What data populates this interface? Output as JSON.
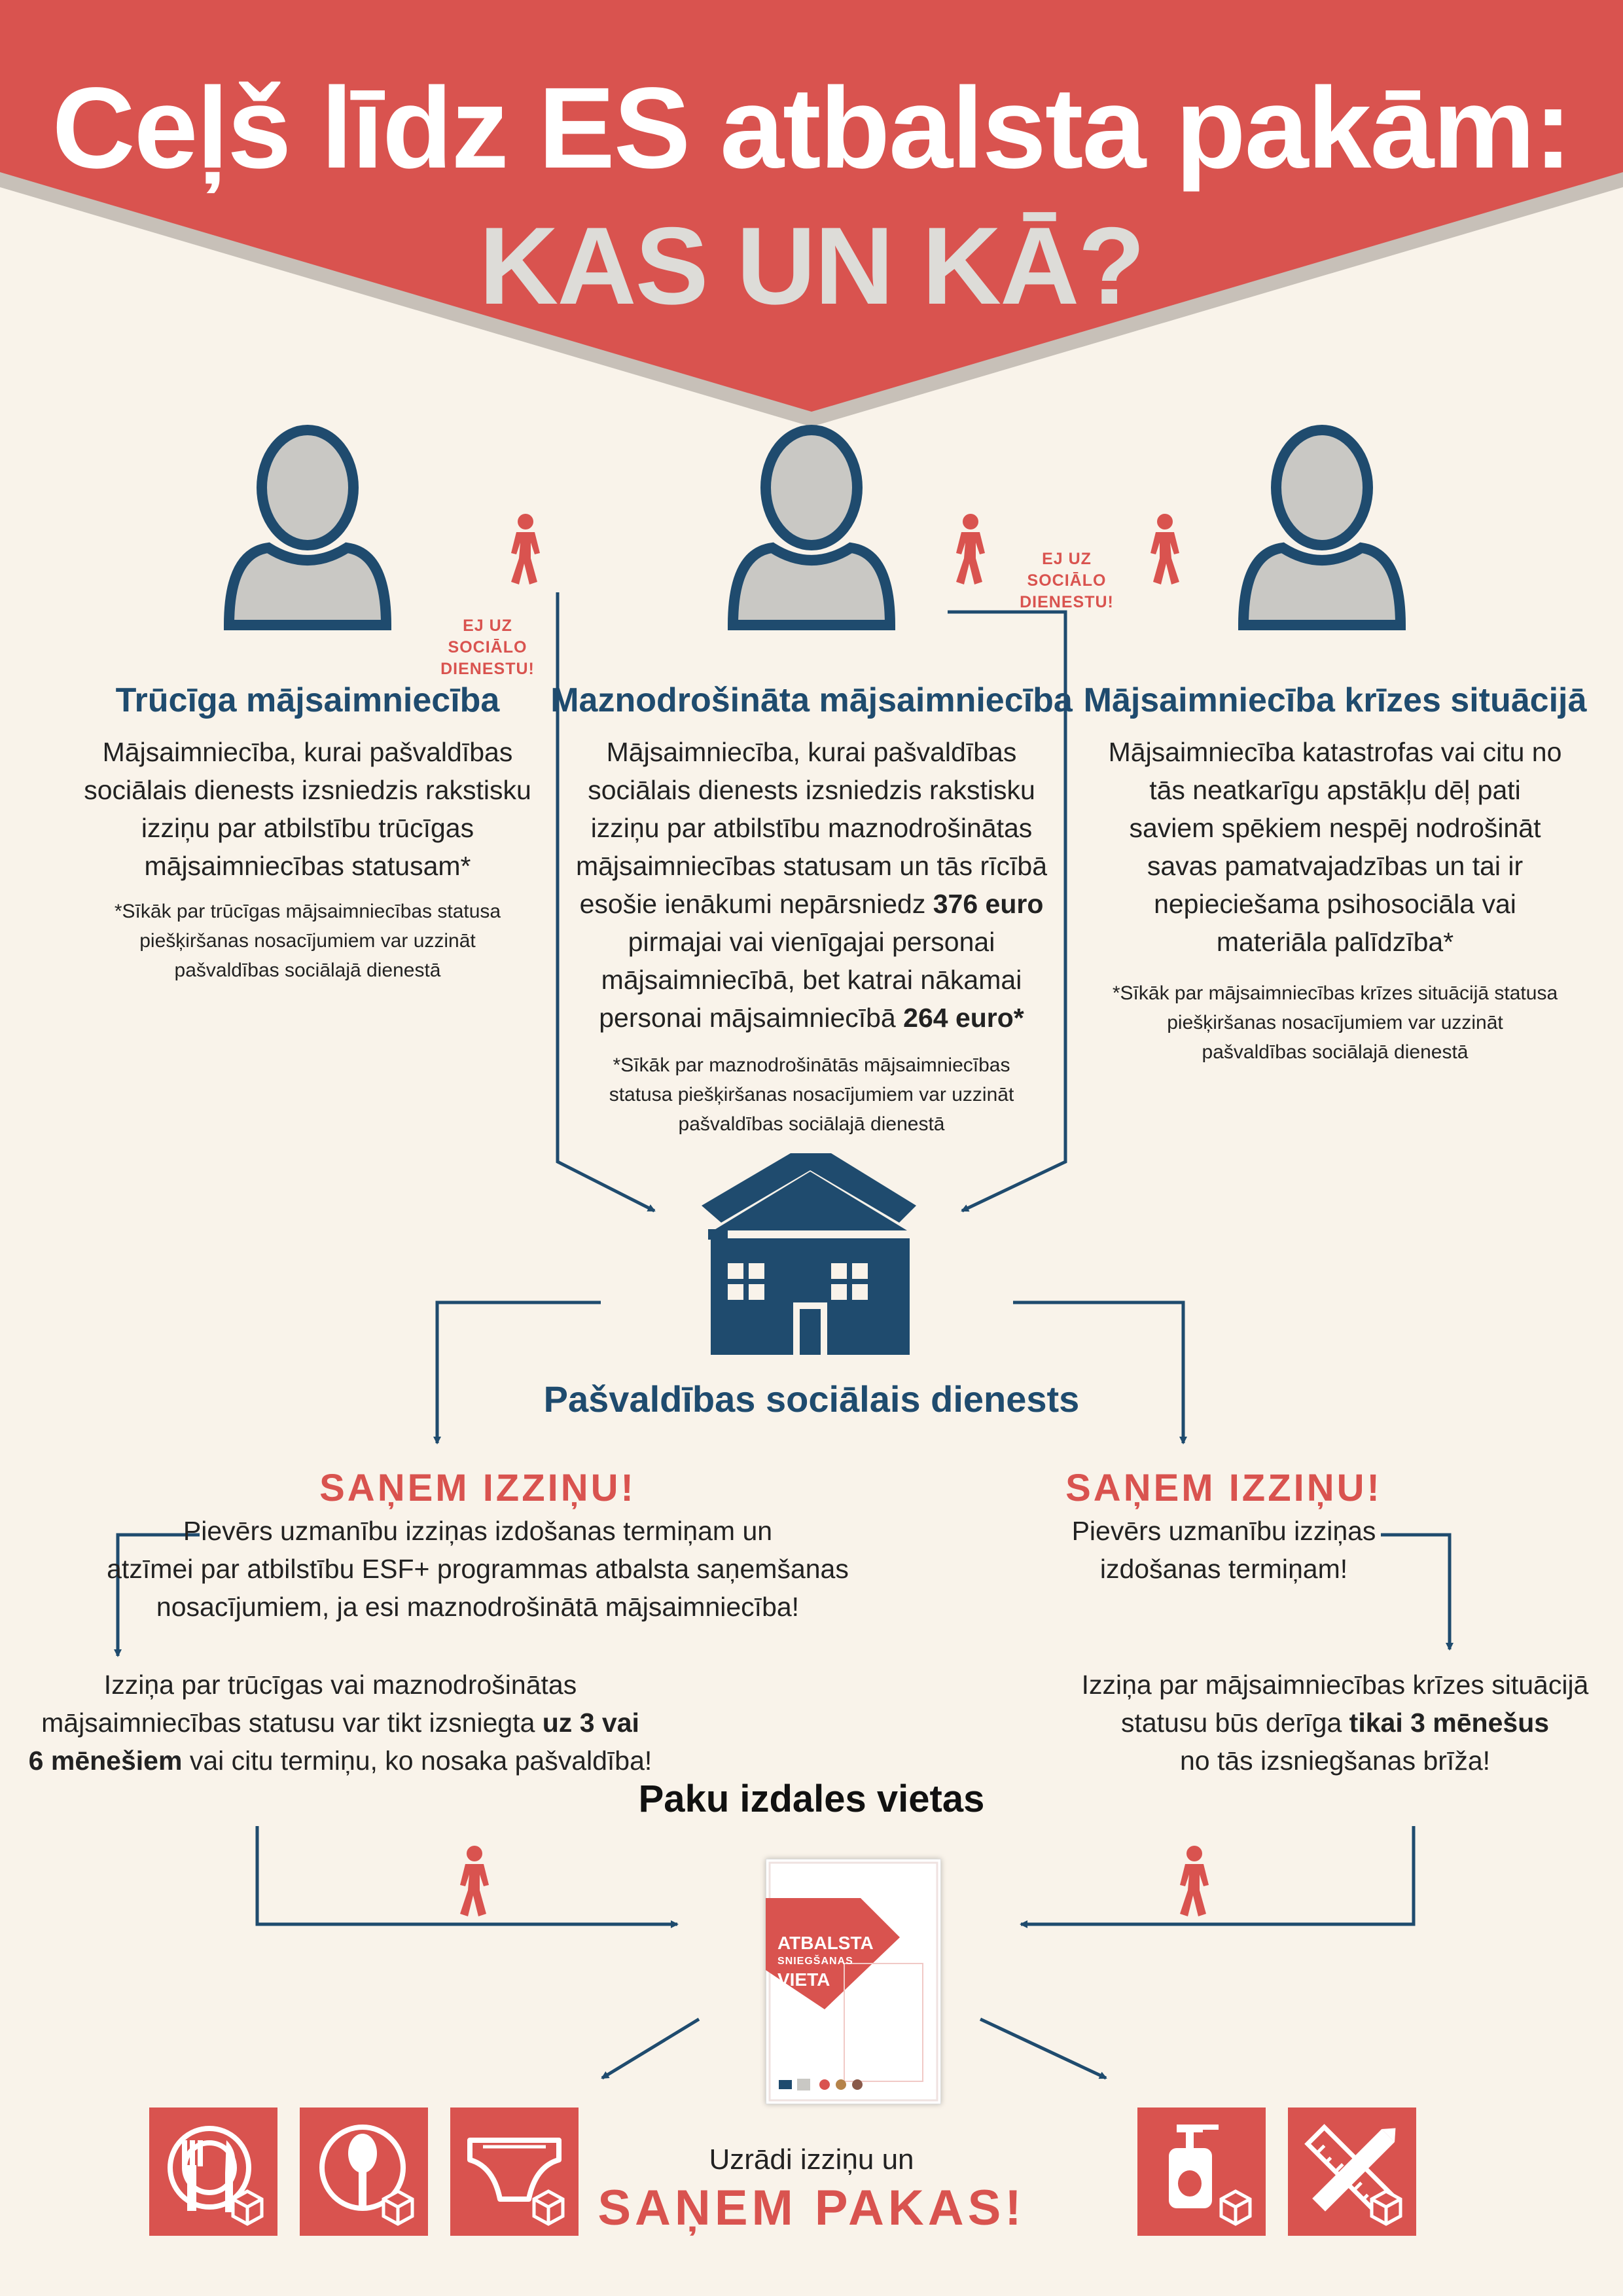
{
  "header": {
    "title_line1": "Ceļš līdz ES atbalsta pakām:",
    "title_line2": "KAS UN KĀ?"
  },
  "colors": {
    "red": "#d9534f",
    "navy": "#1f4b6e",
    "grey": "#c9c8c4",
    "background": "#f9f3ea"
  },
  "go_to_service": {
    "line1": "EJ UZ SOCIĀLO",
    "line2": "DIENESTU!"
  },
  "households": [
    {
      "title": "Trūcīga mājsaimniecība",
      "lines": [
        "Mājsaimniecība, kurai pašvaldības",
        "sociālais dienests izsniedzis rakstisku",
        "izziņu par atbilstību trūcīgas",
        "mājsaimniecības statusam*"
      ],
      "footnote": [
        "*Sīkāk par trūcīgas mājsaimniecības statusa",
        "piešķiršanas nosacījumiem var uzzināt",
        "pašvaldības sociālajā dienestā"
      ]
    },
    {
      "title": "Maznodrošināta mājsaimniecība",
      "lines": [
        "Mājsaimniecība, kurai pašvaldības",
        "sociālais dienests izsniedzis rakstisku",
        "izziņu par atbilstību maznodrošinātas",
        "mājsaimniecības statusam un tās rīcībā",
        "esošie ienākumi nepārsniedz ",
        "376 euro",
        "pirmajai vai vienīgajai personai",
        "mājsaimniecībā, bet katrai nākamai",
        "personai mājsaimniecībā ",
        "264 euro*"
      ],
      "footnote": [
        "*Sīkāk par maznodrošinātās mājsaimniecības",
        "statusa piešķiršanas nosacījumiem var uzzināt",
        "pašvaldības sociālajā dienestā"
      ]
    },
    {
      "title": "Mājsaimniecība krīzes situācijā",
      "lines": [
        "Mājsaimniecība katastrofas vai citu no",
        "tās neatkarīgu apstākļu dēļ pati",
        "saviem spēkiem nespēj nodrošināt",
        "savas pamatvajadzības un tai ir",
        "nepieciešama psihosociāla vai",
        "materiāla palīdzība*"
      ],
      "footnote": [
        "*Sīkāk par mājsaimniecības krīzes situācijā statusa",
        "piešķiršanas nosacījumiem var uzzināt",
        "pašvaldības sociālajā dienestā"
      ]
    }
  ],
  "service": {
    "label": "Pašvaldības sociālais dienests"
  },
  "left_branch": {
    "heading": "SAŅEM IZZIŅU!",
    "note": [
      "Pievērs uzmanību izziņas izdošanas termiņam un",
      "atzīmei par atbilstību ESF+ programmas atbalsta saņemšanas",
      "nosacījumiem, ja esi maznodrošinātā mājsaimniecība!"
    ],
    "validity": [
      "Izziņa par trūcīgas vai maznodrošinātas",
      "mājsaimniecības statusu var tikt izsniegta ",
      "uz 3 vai",
      "6 mēnešiem",
      " vai citu termiņu, ko nosaka pašvaldība!"
    ]
  },
  "right_branch": {
    "heading": "SAŅEM IZZIŅU!",
    "note": [
      "Pievērs uzmanību izziņas",
      "izdošanas termiņam!"
    ],
    "validity": [
      "Izziņa par mājsaimniecības krīzes situācijā",
      "statusu būs derīga ",
      "tikai 3 mēnešus",
      "no tās izsniegšanas brīža!"
    ]
  },
  "distribution": {
    "heading": "Paku izdales vietas",
    "poster_lines": [
      "ATBALSTA",
      "SNIEGŠANAS",
      "VIETA"
    ]
  },
  "packages": {
    "left_icons": [
      "food-package-icon",
      "food-bowl-package-icon",
      "diaper-package-icon"
    ],
    "right_icons": [
      "hygiene-package-icon",
      "school-supplies-package-icon"
    ]
  },
  "cta": {
    "line1": "Uzrādi izziņu un",
    "line2": "SAŅEM PAKAS!"
  }
}
